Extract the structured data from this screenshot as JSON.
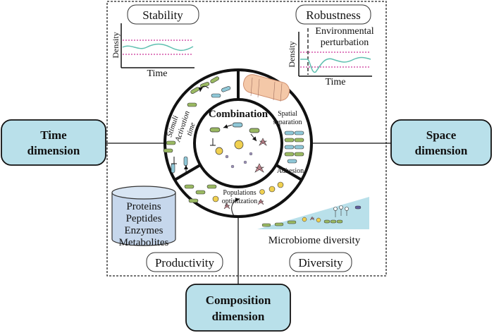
{
  "dimensions": {
    "time": [
      "Time",
      "dimension"
    ],
    "space": [
      "Space",
      "dimension"
    ],
    "composition": [
      "Composition",
      "dimension"
    ]
  },
  "properties": {
    "stability": "Stability",
    "robustness": "Robustness",
    "productivity": "Productivity",
    "diversity": "Diversity"
  },
  "stability_plot": {
    "ylabel": "Density",
    "xlabel": "Time"
  },
  "robustness_plot": {
    "ylabel": "Density",
    "xlabel": "Time",
    "annotation": [
      "Environmental",
      "perturbation"
    ]
  },
  "center": {
    "title": "Combination"
  },
  "segments": {
    "stimuli": "Stimuli",
    "activation": [
      "Activation",
      "time"
    ],
    "spatial": [
      "Spatial",
      "separation"
    ],
    "adhesion": "Adhesion",
    "populations": [
      "Populations",
      "optimization"
    ]
  },
  "products": [
    "Proteins",
    "Peptides",
    "Enzymes",
    "Metabolites"
  ],
  "microbiome": "Microbiome diversity",
  "colors": {
    "dimension_fill": "#b9e0ea",
    "cylinder_fill": "#c6d7ec",
    "teal_cell": "#8fc8d8",
    "green_cell": "#9ab962",
    "yellow_cell": "#f0d050",
    "pink_star": "#d8909a",
    "curve": "#5fc0b0",
    "limit_line": "#cc3399"
  }
}
